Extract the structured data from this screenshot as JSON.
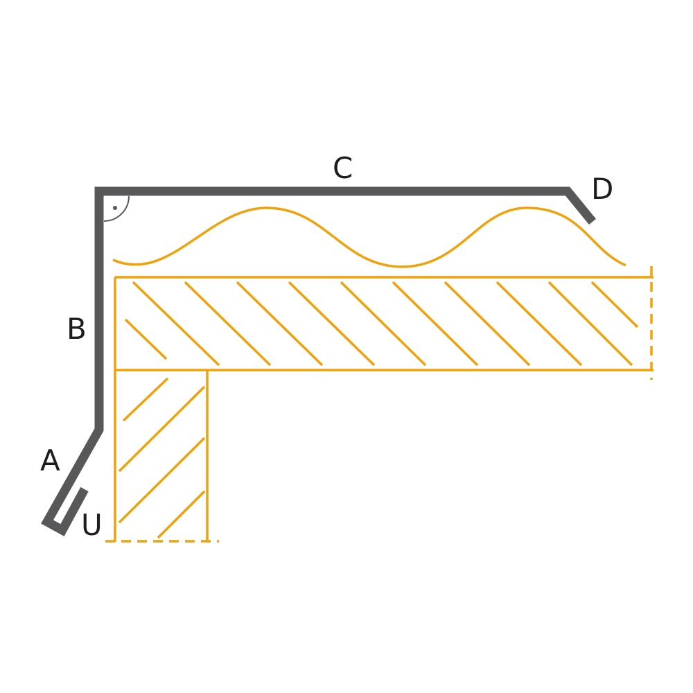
{
  "diagram": {
    "labels": {
      "a": "A",
      "b": "B",
      "c": "C",
      "d": "D",
      "u": "U"
    },
    "colors": {
      "flashing": "#58585a",
      "timber": "#f0a10c",
      "text": "#1d1d1b"
    },
    "right_angle_marker": true
  }
}
